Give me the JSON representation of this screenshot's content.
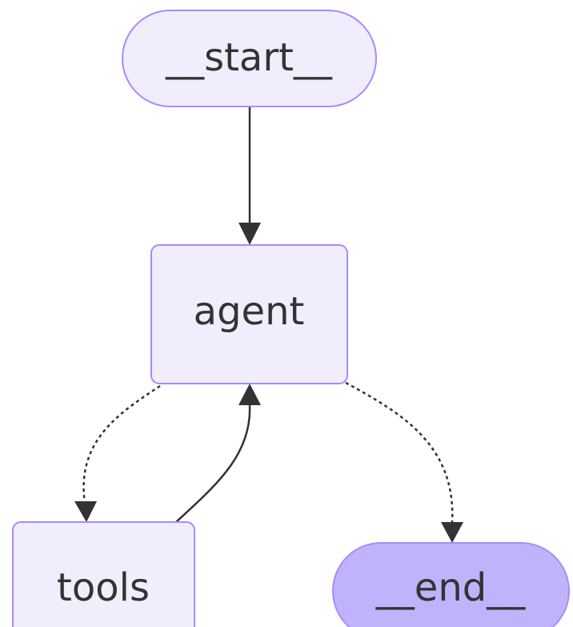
{
  "diagram": {
    "nodes": [
      {
        "id": "start",
        "label": "__start__",
        "shape": "stadium"
      },
      {
        "id": "agent",
        "label": "agent",
        "shape": "rounded-rect"
      },
      {
        "id": "tools",
        "label": "tools",
        "shape": "rounded-rect"
      },
      {
        "id": "end",
        "label": "__end__",
        "shape": "stadium"
      }
    ],
    "edges": [
      {
        "from": "start",
        "to": "agent",
        "style": "solid"
      },
      {
        "from": "agent",
        "to": "tools",
        "style": "dashed"
      },
      {
        "from": "tools",
        "to": "agent",
        "style": "solid"
      },
      {
        "from": "agent",
        "to": "end",
        "style": "dashed"
      }
    ]
  },
  "colors": {
    "node_fill": "#f0eefd",
    "node_stroke": "#a78bfa",
    "end_fill": "#bfb4fb",
    "edge": "#333333",
    "text": "#333333",
    "background": "#ffffff"
  }
}
